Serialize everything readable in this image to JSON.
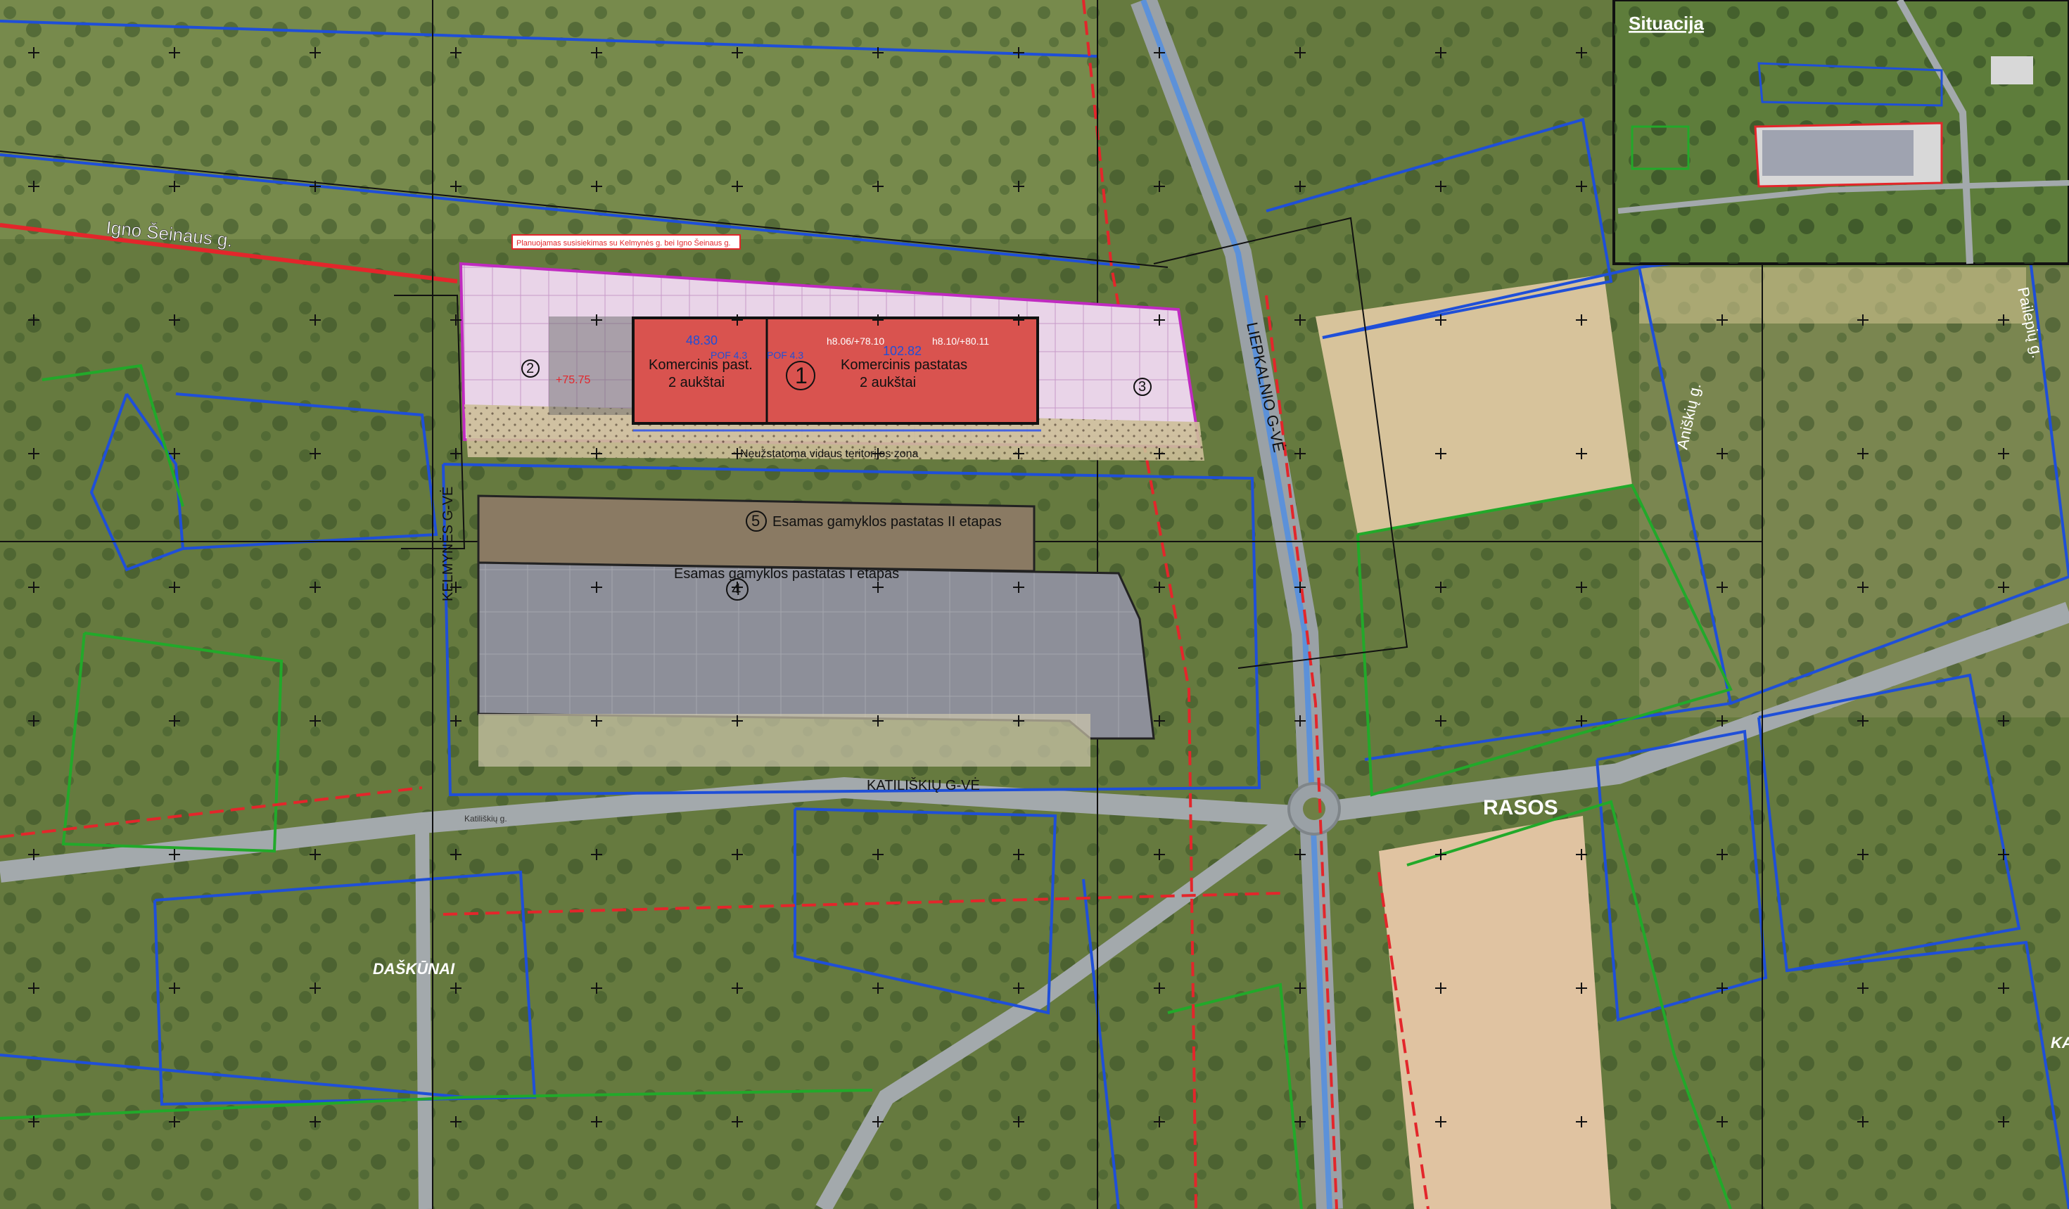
{
  "map": {
    "streets": {
      "igno_seinaus": "Igno Šeinaus g.",
      "kelmynes": "KELMYNĖS G-VĖ",
      "katiliskiu": "KATILIŠKIŲ G-VĖ",
      "katiliskiu_small": "Katiliškių g.",
      "liepkalnio": "LIEPKALNIO G-VĖ",
      "aniskiu": "Aniškių g.",
      "pailepiu": "Pailepių g."
    },
    "places": {
      "daskunai": "DAŠKŪNAI",
      "rasos": "RASOS",
      "ka": "KA"
    },
    "buildings": {
      "b1_number": "1",
      "b1_line1": "Komercinis pastatas",
      "b1_line2": "2 aukštai",
      "b1b_line1": "Komercinis past.",
      "b1b_line2": "2 aukštai",
      "b2_number": "2",
      "b3_number": "3",
      "b4_number": "4",
      "b4_label": "Esamas gamyklos pastatas I etapas",
      "b5_number": "5",
      "b5_label": "Esamas gamyklos pastatas II etapas"
    },
    "annotations": {
      "planning_note": "Planuojamas susisiekimas su Kelmynės g. bei Igno Šeinaus g.",
      "zone_label": "Neužstatoma vidaus teritorijos zona",
      "elev": "+75.75",
      "dim1": "48.30",
      "dim2": "102.82",
      "pof1": "POF 4.3",
      "pof2": "POF 4.3",
      "code1": "h8.06/+78.10",
      "code2": "h8.10/+80.11"
    },
    "inset": {
      "title": "Situacija"
    }
  },
  "colors": {
    "parcel_blue": "#1f4fd8",
    "parcel_green": "#22a92a",
    "redline": "#e3262b",
    "proposed_fill": "#e4a3e2",
    "commercial_red": "#d9534f",
    "factory_gray": "#8d8f99",
    "factory_brown": "#8a7a63"
  }
}
